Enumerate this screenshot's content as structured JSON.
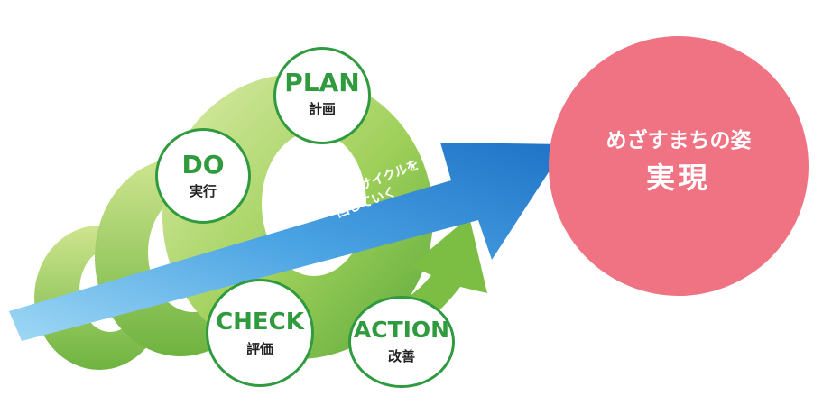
{
  "stages": {
    "plan": {
      "en": "PLAN",
      "ja": "計画"
    },
    "do": {
      "en": "DO",
      "ja": "実行"
    },
    "check": {
      "en": "CHECK",
      "ja": "評価"
    },
    "action": {
      "en": "ACTION",
      "ja": "改善"
    }
  },
  "arrow": {
    "line1": "PDCAサイクルを",
    "line2": "回していく"
  },
  "goal": {
    "line1": "めざすまちの姿",
    "line2": "実現"
  },
  "colors": {
    "stage_border": "#2f9a3e",
    "arrow": "#2a7fd0",
    "goal": "#f07383",
    "spiral": "#9fd05a"
  }
}
